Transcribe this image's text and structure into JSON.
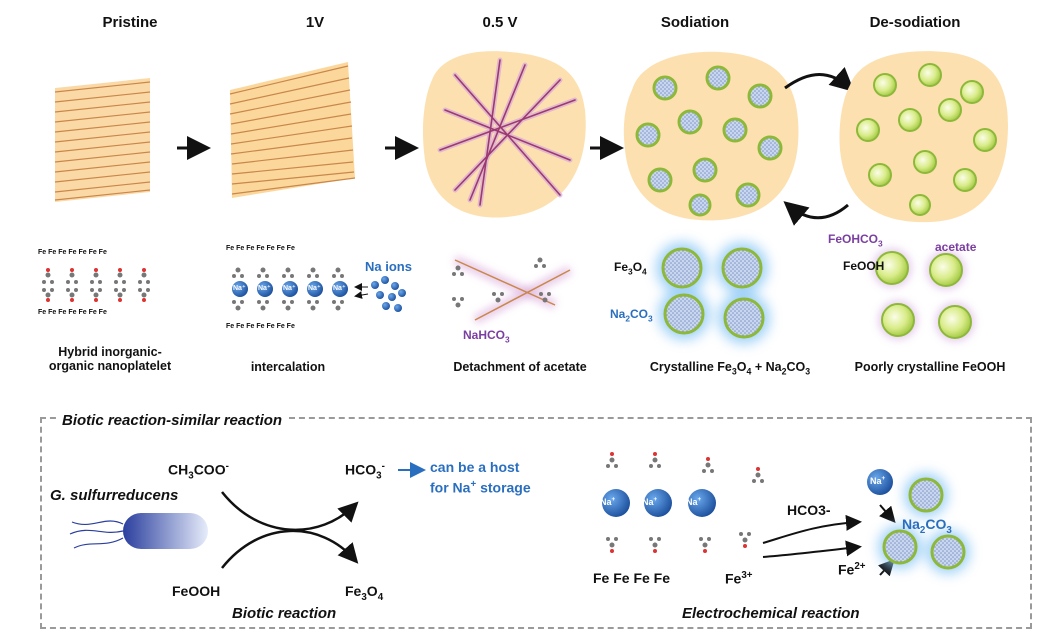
{
  "stages": [
    {
      "title": "Pristine",
      "caption": "Hybrid inorganic-\norganic nanoplatelet"
    },
    {
      "title": "1V",
      "caption": "intercalation"
    },
    {
      "title": "0.5 V",
      "caption": "Detachment of acetate"
    },
    {
      "title": "Sodiation",
      "caption": "Crystalline Fe3O4 + Na2CO3"
    },
    {
      "title": "De-sodiation",
      "caption": "Poorly crystalline FeOOH"
    }
  ],
  "labels": {
    "fe_row": "Fe Fe Fe Fe Fe Fe Fe",
    "na_ion": "Na⁺",
    "na_ions": "Na ions",
    "nahco3": "NaHCO3",
    "fe3o4": "Fe3O4",
    "na2co3": "Na2CO3",
    "feohco3": "FeOHCO3",
    "acetate": "acetate",
    "feooh": "FeOOH"
  },
  "bottom": {
    "box_title": "Biotic reaction-similar reaction",
    "organism": "G. sulfurreducens",
    "ch3coo": "CH3COO-",
    "hco3": "HCO3-",
    "host_note": "can be a host for Na+ storage",
    "feooh": "FeOOH",
    "fe3o4": "Fe3O4",
    "biotic": "Biotic reaction",
    "electrochemical": "Electrochemical reaction",
    "hco3_right": "HCO3-",
    "fe2": "Fe2+",
    "fe3": "Fe3+",
    "fe_row": "Fe Fe Fe Fe",
    "na2co3": "Na2CO3",
    "na_plus": "Na+"
  },
  "colors": {
    "particle_green": "#8db83a",
    "particle_blue": "#5aa9e6",
    "blob": "#fde0b0",
    "arrow": "#111111",
    "note_blue": "#2a6fbf",
    "purple": "#7a3fa0"
  }
}
